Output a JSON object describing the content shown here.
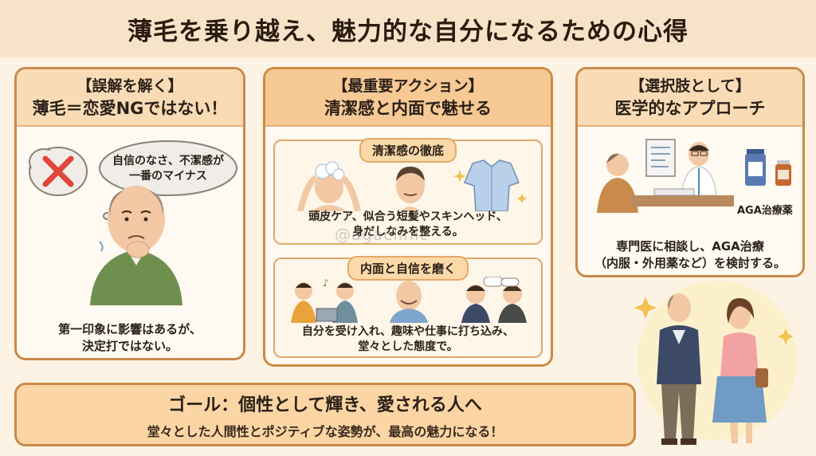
{
  "title": "薄毛を乗り越え、魅力的な自分になるための心得",
  "left_panel": {
    "heading1": "【誤解を解く】",
    "heading2": "薄毛＝恋愛NGではない！",
    "bubble_line1": "自信のなさ、不潔感が",
    "bubble_line2": "一番のマイナス",
    "caption_line1": "第一印象に影響はあるが、",
    "caption_line2": "決定打ではない。"
  },
  "middle_panel": {
    "heading1": "【最重要アクション】",
    "heading2": "清潔感と内面で魅せる",
    "box1": {
      "tag": "清潔感の徹底",
      "caption_line1": "頭皮ケア、似合う短髪やスキンヘッド、",
      "caption_line2": "身だしなみを整える。"
    },
    "box2": {
      "tag": "内面と自信を磨く",
      "caption_line1": "自分を受け入れ、趣味や仕事に打ち込み、",
      "caption_line2": "堂々とした態度で。"
    }
  },
  "right_panel": {
    "heading1": "【選択肢として】",
    "heading2": "医学的なアプローチ",
    "medicine_label": "AGA治療薬",
    "caption_line1": "専門医に相談し、AGA治療",
    "caption_line2": "（内服・外用薬など）を検討する。"
  },
  "goal": {
    "line1": "ゴール：個性として輝き、愛される人へ",
    "line2": "堂々とした人間性とポジティブな姿勢が、最高の魅力になる！"
  },
  "watermark": "@agaclinic",
  "colors": {
    "background": "#fdf3e4",
    "accent": "#c98a4b",
    "header_fill": "#f9dcb6",
    "cross_red": "#e0463a"
  }
}
